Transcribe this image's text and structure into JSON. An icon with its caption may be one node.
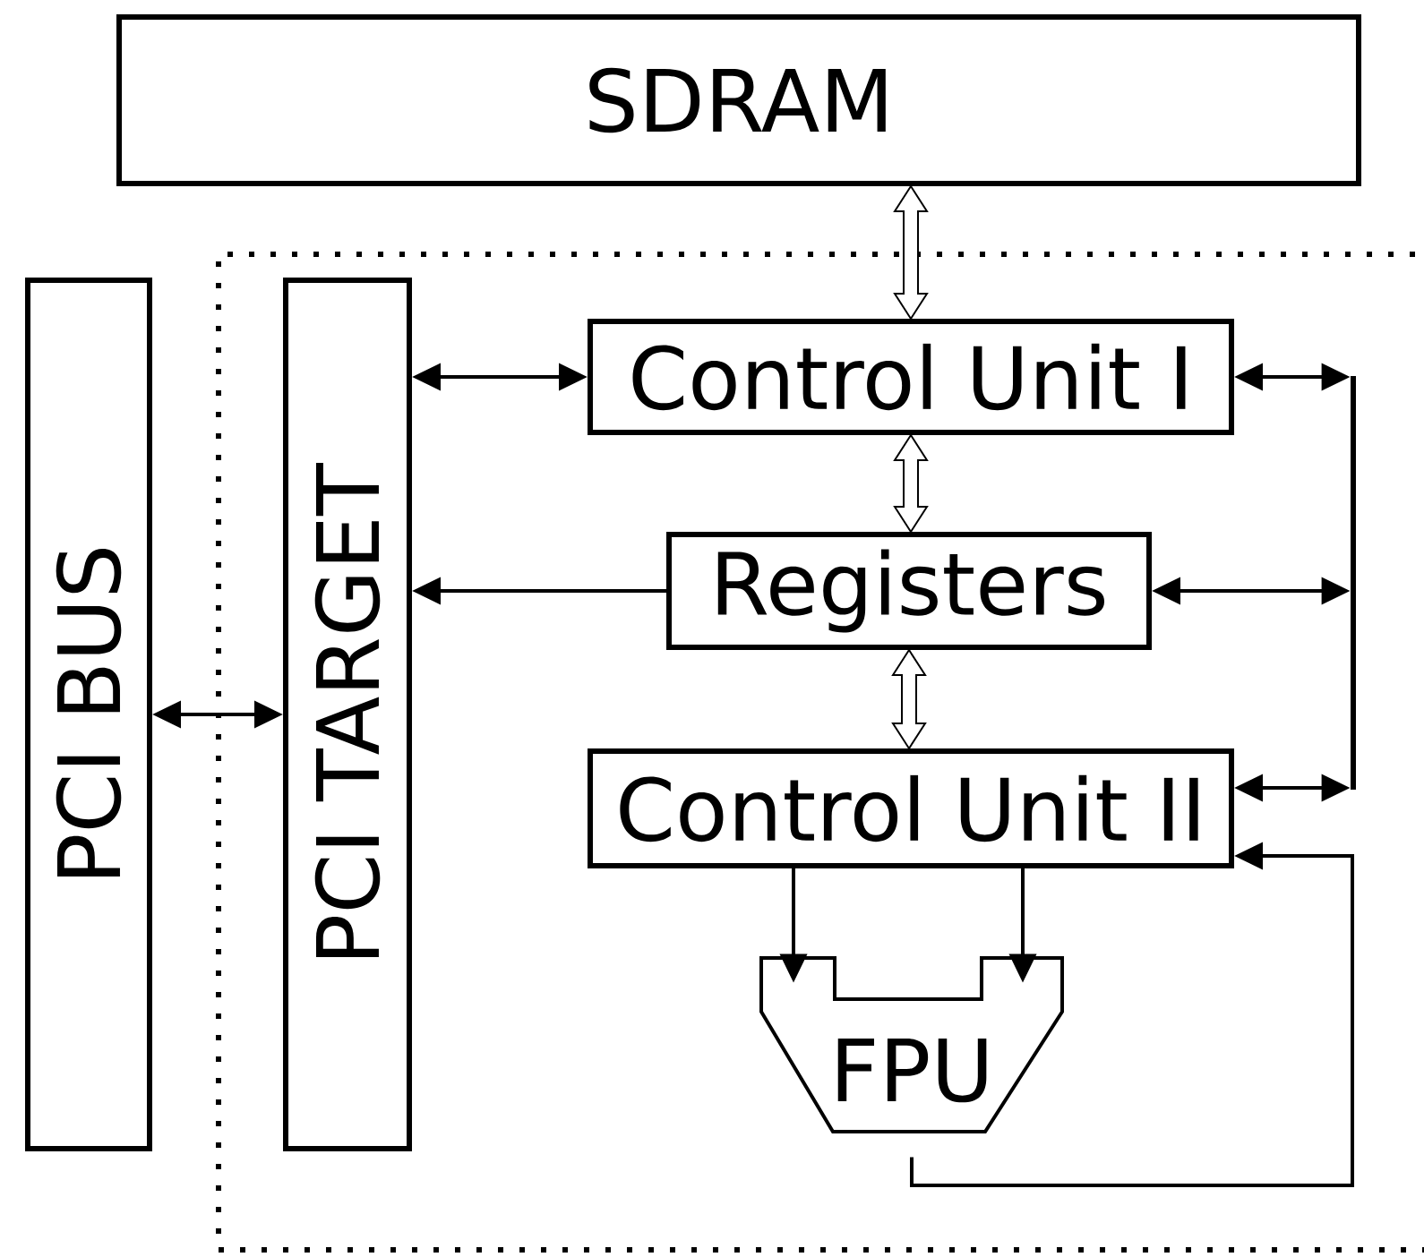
{
  "diagram": {
    "nodes": [
      {
        "text": [
          "SDRAM"
        ]
      },
      {
        "text": [],
        "shape": "box"
      },
      {
        "text": [
          "PCI BUS"
        ]
      },
      {
        "text": [
          "PCI TARGET"
        ],
        "in": 1
      },
      {
        "text": [
          "Control Unit I"
        ],
        "in": 1
      },
      {
        "text": [
          "Registers"
        ],
        "in": 1
      },
      {
        "text": [
          "Control Unit II"
        ],
        "in": 1
      },
      {
        "text": [
          "FPU"
        ],
        "in": 1
      },
      {
        "text": [],
        "shape": "bar",
        "in": 1
      }
    ],
    "edges": [
      {
        "from": 0,
        "to": 4,
        "arrow": "both",
        "style": "thick"
      },
      {
        "from": 2,
        "to": 3,
        "arrow": "both"
      },
      {
        "from": 3,
        "to": 4,
        "arrow": "both"
      },
      {
        "from": 5,
        "to": 3,
        "arrow": "to"
      },
      {
        "from": 4,
        "to": 8,
        "arrow": "both"
      },
      {
        "from": 4,
        "to": 5,
        "arrow": "both",
        "style": "thick"
      },
      {
        "from": 5,
        "to": 8,
        "arrow": "both"
      },
      {
        "from": 5,
        "to": 6,
        "arrow": "both",
        "style": "thick"
      },
      {
        "from": 6,
        "to": 8,
        "arrow": "both"
      },
      {
        "from": 6,
        "to": 7,
        "arrow": "to"
      },
      {
        "from": 6,
        "to": 7,
        "arrow": "to"
      },
      {
        "from": 7,
        "to": 6,
        "arrow": "to"
      }
    ]
  }
}
